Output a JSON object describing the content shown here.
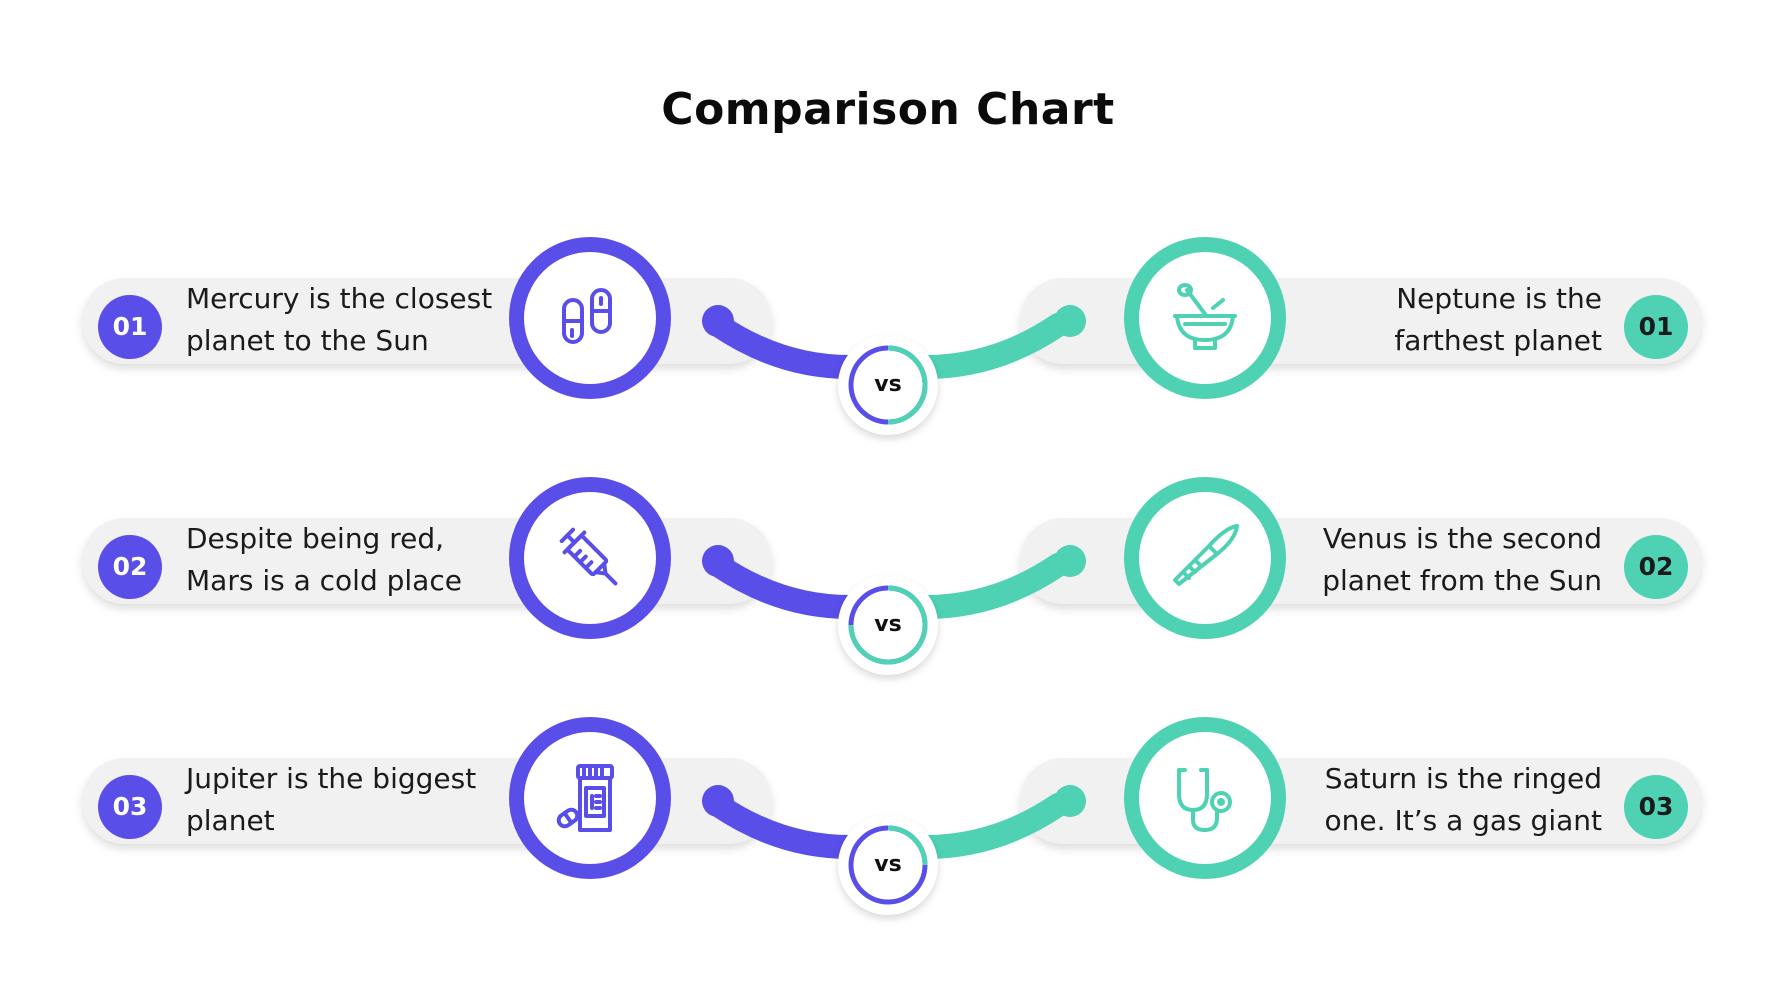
{
  "title": "Comparison Chart",
  "colors": {
    "left_accent": "#5a4ee9",
    "right_accent": "#4fd1b4",
    "pill_background": "#f1f1f1"
  },
  "vs_label": "vs",
  "rows": [
    {
      "left": {
        "number": "01",
        "text": "Mercury is the closest\nplanet to the Sun",
        "icon": "pills-icon"
      },
      "right": {
        "number": "01",
        "text": "Neptune is the\nfarthest planet",
        "icon": "mortar-pestle-icon"
      }
    },
    {
      "left": {
        "number": "02",
        "text": "Despite being red,\nMars is a cold place",
        "icon": "syringe-icon"
      },
      "right": {
        "number": "02",
        "text": "Venus is the second\nplanet from the Sun",
        "icon": "scalpel-icon"
      }
    },
    {
      "left": {
        "number": "03",
        "text": "Jupiter is the biggest\nplanet",
        "icon": "medicine-bottle-icon"
      },
      "right": {
        "number": "03",
        "text": "Saturn is the ringed\none. It’s a gas giant",
        "icon": "stethoscope-icon"
      }
    }
  ]
}
